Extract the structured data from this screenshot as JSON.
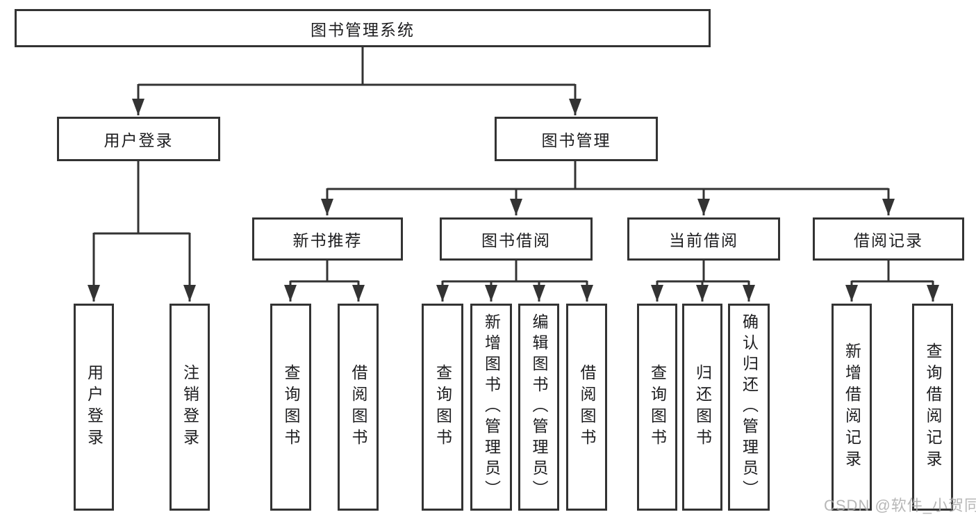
{
  "colors": {
    "line": "#333333",
    "node_border": "#333333",
    "node_text": "#1d1d1f",
    "background": "#ffffff",
    "watermark": "#aaaaaa"
  },
  "watermark": {
    "text": "CSDN @软件_小贺同学"
  },
  "tree": {
    "root": {
      "label": "图书管理系统"
    },
    "branches": [
      {
        "label": "用户登录",
        "children": [
          {
            "label": "用户登录"
          },
          {
            "label": "注销登录"
          }
        ]
      },
      {
        "label": "图书管理",
        "children": [
          {
            "label": "新书推荐",
            "children": [
              {
                "label": "查询图书"
              },
              {
                "label": "借阅图书"
              }
            ]
          },
          {
            "label": "图书借阅",
            "children": [
              {
                "label": "查询图书"
              },
              {
                "label": "新增图书（管理员）"
              },
              {
                "label": "编辑图书（管理员）"
              },
              {
                "label": "借阅图书"
              }
            ]
          },
          {
            "label": "当前借阅",
            "children": [
              {
                "label": "查询图书"
              },
              {
                "label": "归还图书"
              },
              {
                "label": "确认归还（管理员）"
              }
            ]
          },
          {
            "label": "借阅记录",
            "children": [
              {
                "label": "新增借阅记录"
              },
              {
                "label": "查询借阅记录"
              }
            ]
          }
        ]
      }
    ]
  }
}
